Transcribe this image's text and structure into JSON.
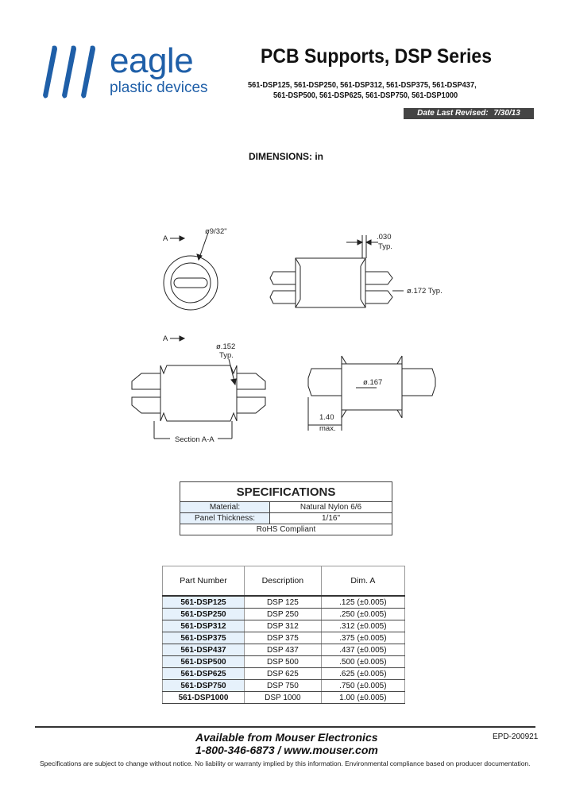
{
  "header": {
    "logo_word": "eagle",
    "logo_sub": "plastic devices",
    "title": "PCB Supports, DSP Series",
    "part_list_line1": "561-DSP125, 561-DSP250, 561-DSP312, 561-DSP375, 561-DSP437,",
    "part_list_line2": "561-DSP500, 561-DSP625, 561-DSP750, 561-DSP1000",
    "revised_label": "Date Last Revised:",
    "revised_date": "7/30/13"
  },
  "dimensions_heading": "DIMENSIONS:  in",
  "drawing_labels": {
    "section_marker": "A",
    "dia_top": "ø9/32\"",
    "thick_1": ".030",
    "thick_2": "Typ.",
    "dia_pin": "ø.172 Typ.",
    "dia_hole_1": "ø.152",
    "dia_hole_2": "Typ.",
    "dia_body": "ø.167",
    "max_1": "1.40",
    "max_2": "max.",
    "section_label": "Section A-A"
  },
  "specifications": {
    "title": "SPECIFICATIONS",
    "rows": [
      {
        "label": "Material:",
        "value": "Natural Nylon 6/6"
      },
      {
        "label": "Panel Thickness:",
        "value": "1/16\""
      }
    ],
    "note": "RoHS Compliant"
  },
  "parts_table": {
    "headers": [
      "Part Number",
      "Description",
      "Dim. A"
    ],
    "rows": [
      [
        "561-DSP125",
        "DSP 125",
        ".125 (±0.005)"
      ],
      [
        "561-DSP250",
        "DSP 250",
        ".250 (±0.005)"
      ],
      [
        "561-DSP312",
        "DSP 312",
        ".312 (±0.005)"
      ],
      [
        "561-DSP375",
        "DSP 375",
        ".375 (±0.005)"
      ],
      [
        "561-DSP437",
        "DSP 437",
        ".437 (±0.005)"
      ],
      [
        "561-DSP500",
        "DSP 500",
        ".500 (±0.005)"
      ],
      [
        "561-DSP625",
        "DSP 625",
        ".625 (±0.005)"
      ],
      [
        "561-DSP750",
        "DSP 750",
        ".750 (±0.005)"
      ],
      [
        "561-DSP1000",
        "DSP 1000",
        "1.00 (±0.005)"
      ]
    ]
  },
  "footer": {
    "available": "Available from Mouser Electronics",
    "phone": "1-800-346-6873 / www.mouser.com",
    "doc_id": "EPD-200921",
    "disclaimer": "Specifications are subject to change without notice.  No liability or warranty implied by this information.  Environmental compliance based on producer documentation."
  },
  "colors": {
    "brand_blue": "#1f5fa8",
    "cell_tint": "#e6f1fb",
    "revised_bg": "#444444"
  }
}
